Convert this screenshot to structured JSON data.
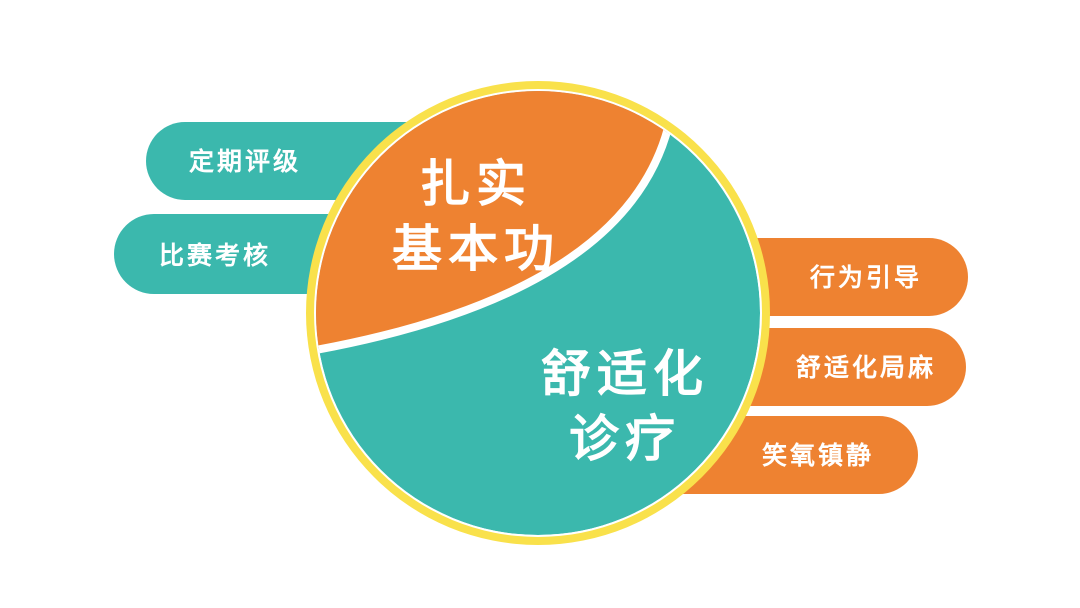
{
  "colors": {
    "teal": "#3bb8ad",
    "orange": "#ee8231",
    "yellow_ring": "#f9e14b",
    "text": "#ffffff"
  },
  "diagram": {
    "top_section": {
      "line1": "扎实",
      "line2": "基本功"
    },
    "bottom_section": {
      "line1": "舒适化",
      "line2": "诊疗"
    },
    "left_items": [
      "定期评级",
      "比赛考核"
    ],
    "right_items": [
      "行为引导",
      "舒适化局麻",
      "笑氧镇静"
    ]
  }
}
